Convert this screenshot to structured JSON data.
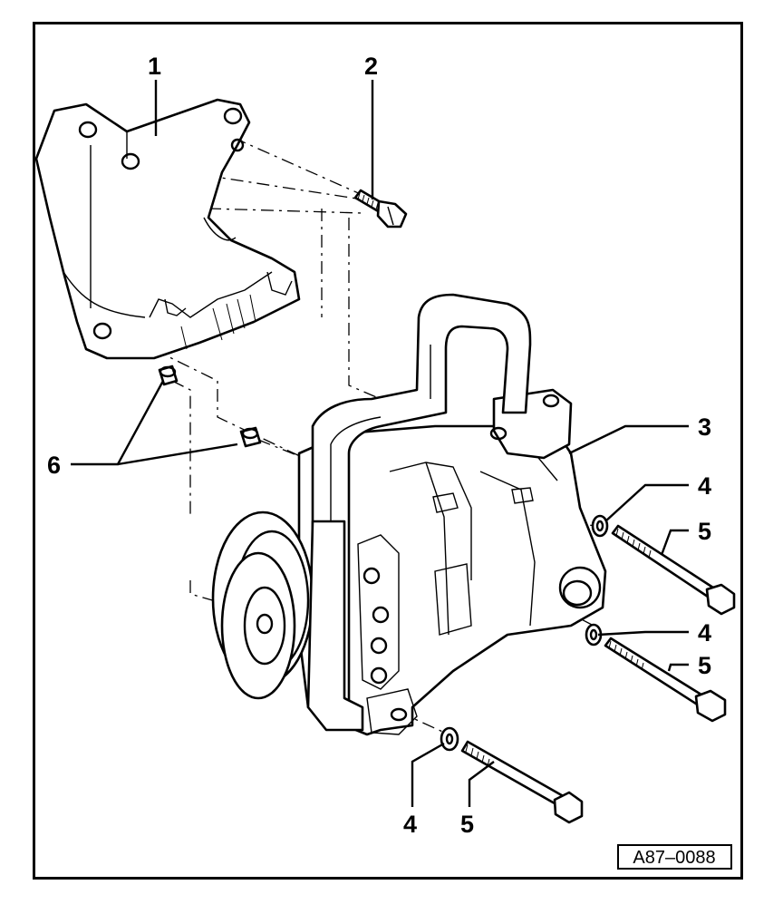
{
  "callouts": {
    "c1": "1",
    "c2": "2",
    "c3": "3",
    "c4a": "4",
    "c5a": "5",
    "c4b": "4",
    "c5b": "5",
    "c4c": "4",
    "c5c": "5",
    "c6": "6"
  },
  "figure_id": "A87–0088"
}
